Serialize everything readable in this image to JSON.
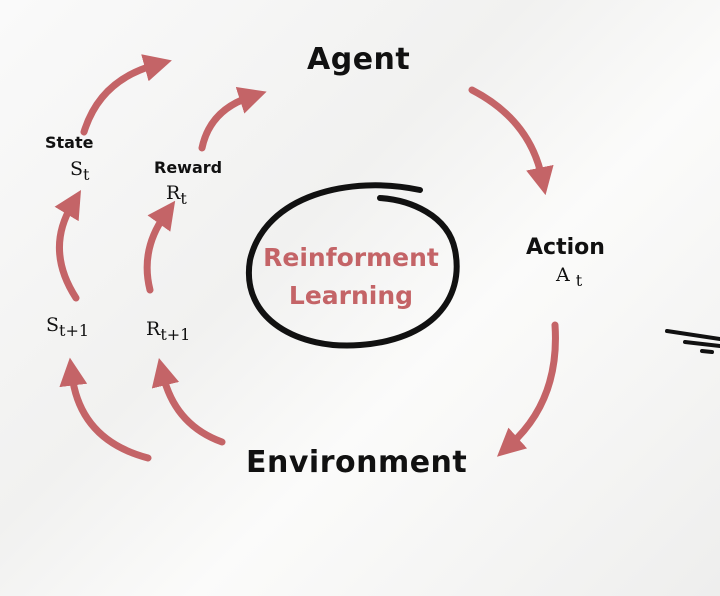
{
  "title": "Reinforment Learning",
  "center_line1": "Reinforment",
  "center_line2": "Learning",
  "agent": "Agent",
  "environment": "Environment",
  "action": {
    "label": "Action",
    "symbol": "A",
    "sub": "t"
  },
  "state": {
    "label": "State",
    "symbol": "S",
    "sub": "t"
  },
  "reward": {
    "label": "Reward",
    "symbol": "R",
    "sub": "t"
  },
  "next_state": {
    "symbol": "S",
    "sub": "t+1"
  },
  "next_reward": {
    "symbol": "R",
    "sub": "t+1"
  },
  "colors": {
    "arrow": "#c46467",
    "ink": "#111111",
    "background": "#f5f5f4"
  }
}
